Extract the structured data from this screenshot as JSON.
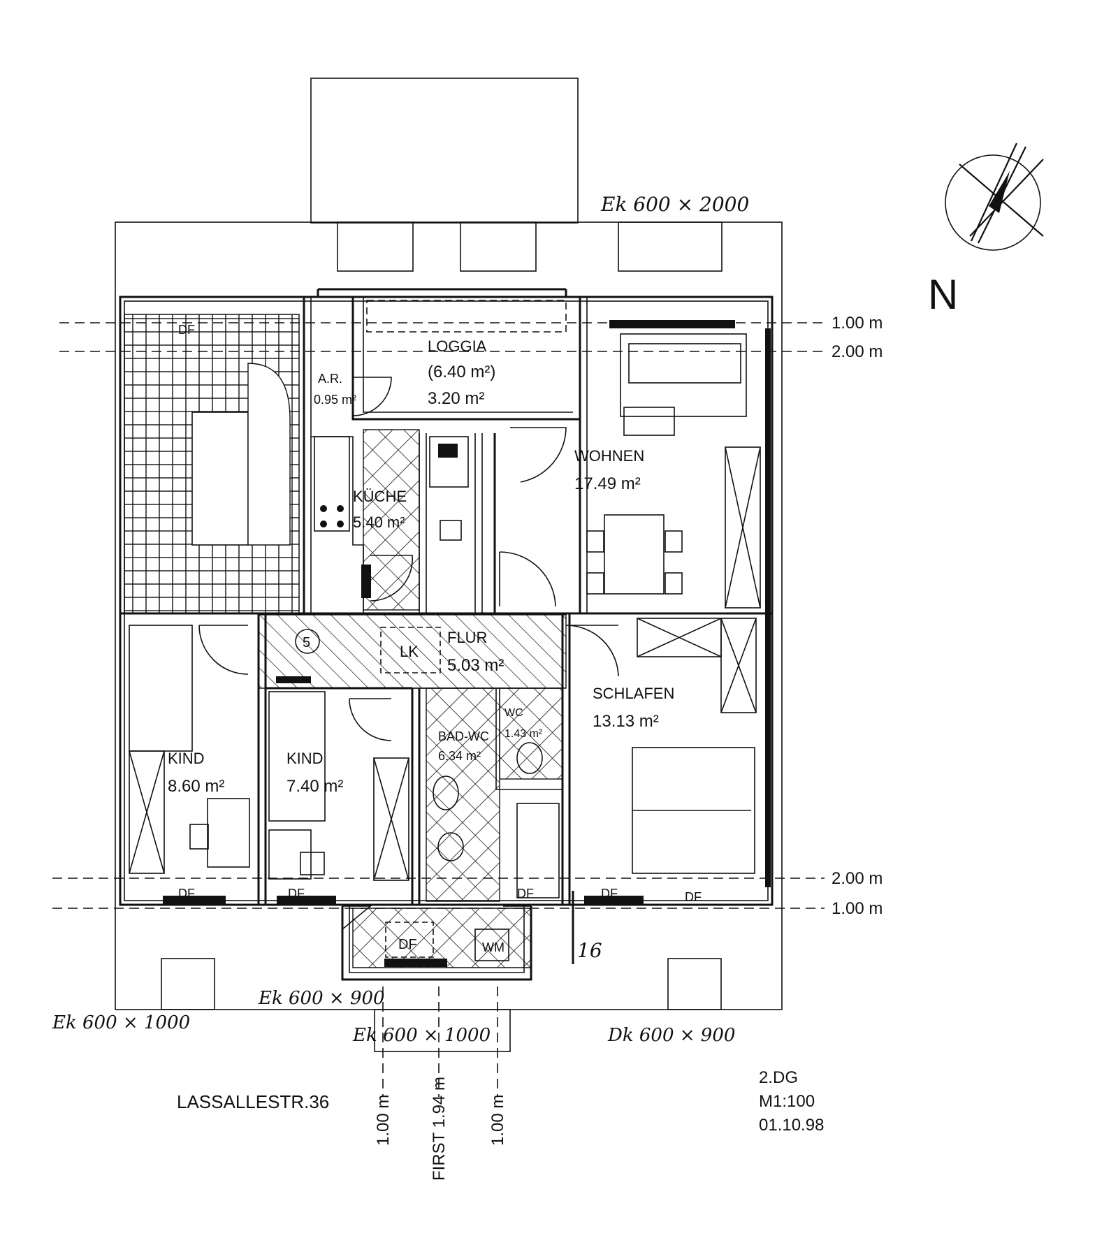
{
  "rooms": {
    "loggia_name": "LOGGIA",
    "loggia_area_full": "(6.40 m²)",
    "loggia_area": "3.20 m²",
    "ar_name": "A.R.",
    "ar_area": "0.95 m²",
    "kueche_name": "KÜCHE",
    "kueche_area": "5.40 m²",
    "wohnen_name": "WOHNEN",
    "wohnen_area": "17.49 m²",
    "flur_name": "FLUR",
    "flur_area": "5.03 m²",
    "lk": "LK",
    "stair_no": "5",
    "schlafen_name": "SCHLAFEN",
    "schlafen_area": "13.13 m²",
    "kind1_name": "KIND",
    "kind1_area": "8.60 m²",
    "kind2_name": "KIND",
    "kind2_area": "7.40 m²",
    "bad_name": "BAD-WC",
    "bad_area": "6.34 m²",
    "wc_name": "WC",
    "wc_area": "1.43 m²",
    "df": "DF",
    "wm": "WM"
  },
  "dimensions": {
    "top_1": "1.00 m",
    "top_2": "2.00 m",
    "bottom_2": "2.00 m",
    "bottom_1": "1.00 m",
    "vert_left": "1.00 m",
    "vert_mid": "FIRST 1.94 m",
    "vert_right": "1.00 m",
    "cut_mark": "16"
  },
  "handwritten": {
    "ek_top": "Ek   600 × 2000",
    "ek_mid": "Ek 600 × 900",
    "ek_left": "Ek   600 × 1000",
    "ek_bottom": "Ek 600 × 1000",
    "dk_right": "Dk   600 × 900"
  },
  "info": {
    "address": "LASSALLESTR.36",
    "floor": "2.DG",
    "scale": "M1:100",
    "date": "01.10.98"
  },
  "compass": {
    "north_label": "N"
  }
}
